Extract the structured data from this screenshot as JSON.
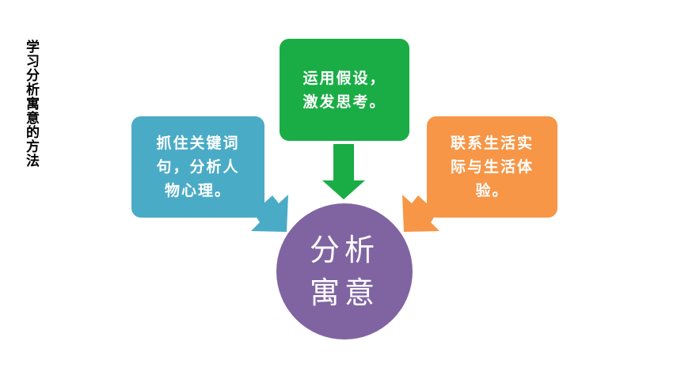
{
  "side_title": "学习分析寓意的方法",
  "center": {
    "line1": "分析",
    "line2": "寓意"
  },
  "boxes": {
    "left": {
      "lines": [
        "抓住关键词",
        "句，分析人",
        "物心理。"
      ],
      "color": "#4aabc6"
    },
    "top": {
      "lines": [
        "运用假设，",
        "激发思考。"
      ],
      "color": "#1aad45"
    },
    "right": {
      "lines": [
        "联系生活实",
        "际与生活体",
        "验。"
      ],
      "color": "#f79646"
    }
  },
  "center_color": "#8064a2"
}
